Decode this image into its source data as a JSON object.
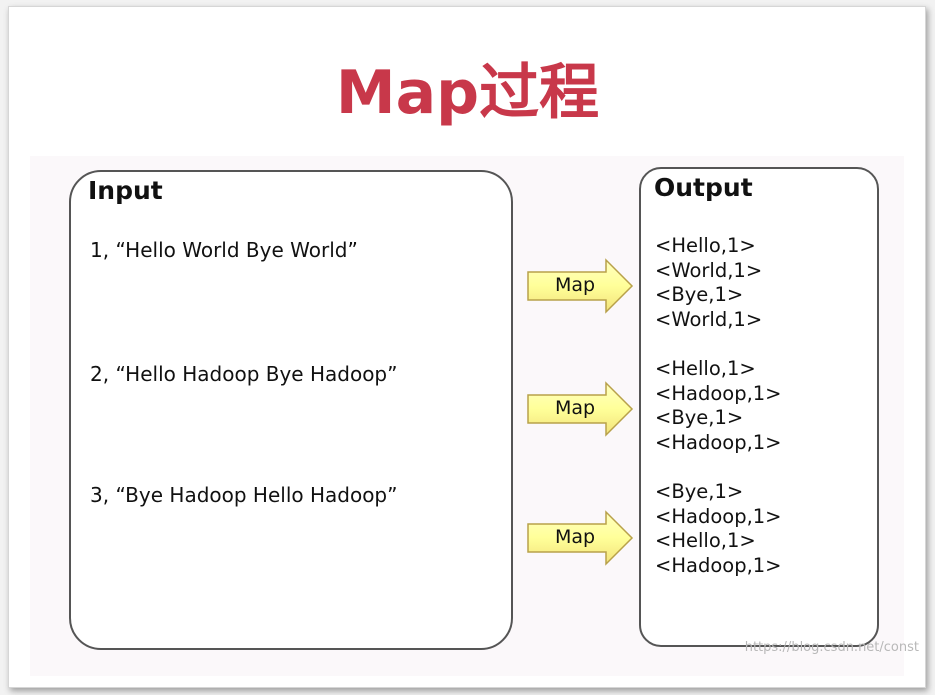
{
  "title": "Map过程",
  "input": {
    "heading": "Input",
    "lines": [
      "1, “Hello World Bye World”",
      "2, “Hello Hadoop Bye Hadoop”",
      "3, “Bye Hadoop Hello Hadoop”"
    ]
  },
  "arrows": [
    "Map",
    "Map",
    "Map"
  ],
  "output": {
    "heading": "Output",
    "groups": [
      [
        "<Hello,1>",
        "<World,1>",
        "<Bye,1>",
        "<World,1>"
      ],
      [
        "<Hello,1>",
        "<Hadoop,1>",
        "<Bye,1>",
        "<Hadoop,1>"
      ],
      [
        "<Bye,1>",
        "<Hadoop,1>",
        "<Hello,1>",
        "<Hadoop,1>"
      ]
    ]
  },
  "watermark": "https://blog.csdn.net/const",
  "colors": {
    "title": "#c8384a",
    "arrow_fill": "#ffff99",
    "arrow_stroke": "#b8a14a"
  }
}
